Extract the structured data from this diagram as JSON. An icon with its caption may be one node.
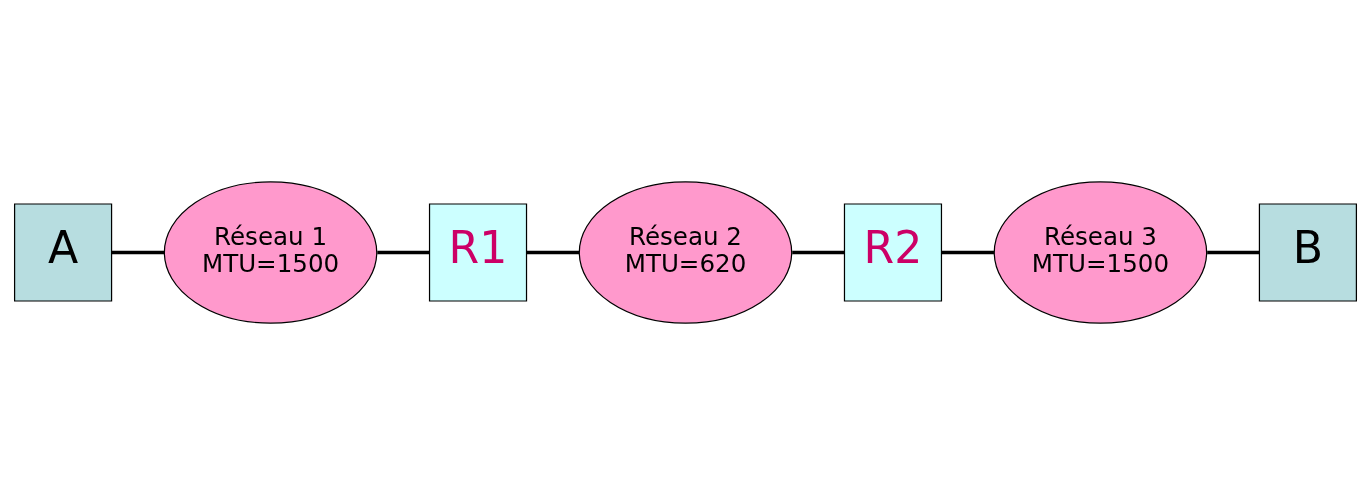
{
  "diagram": {
    "nodes": [
      {
        "text": [
          "A"
        ]
      },
      {
        "text": [
          "B"
        ]
      },
      {
        "text": [
          "Réseau 1",
          "MTU=1500"
        ]
      },
      {
        "text": [
          "R1"
        ]
      },
      {
        "text": [
          "Réseau 2",
          "MTU=620"
        ]
      },
      {
        "text": [
          "R2"
        ]
      },
      {
        "text": [
          "Réseau 3",
          "MTU=1500"
        ]
      }
    ],
    "edges": [
      {
        "from": 0,
        "to": 2,
        "arrow": "none"
      },
      {
        "from": 2,
        "to": 3,
        "arrow": "none"
      },
      {
        "from": 3,
        "to": 4,
        "arrow": "none"
      },
      {
        "from": 4,
        "to": 5,
        "arrow": "none"
      },
      {
        "from": 5,
        "to": 6,
        "arrow": "none"
      },
      {
        "from": 6,
        "to": 1,
        "arrow": "none"
      }
    ]
  }
}
